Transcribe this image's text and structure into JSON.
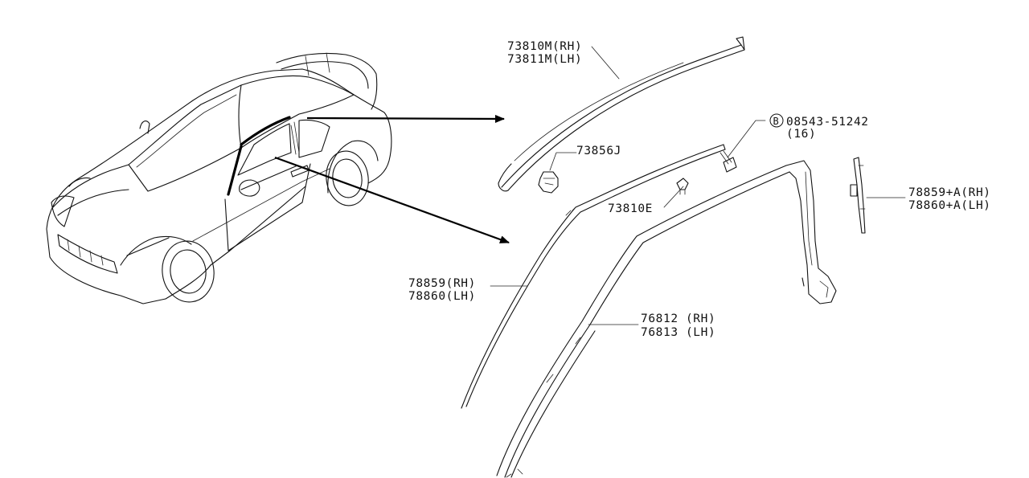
{
  "labels": {
    "roof_molding": [
      "73810M(RH)",
      "73811M(LH)"
    ],
    "clip_73856": "73856J",
    "clip_73810": "73810E",
    "bolt_number": "08543-51242",
    "bolt_qty": "(16)",
    "bolt_badge": "B",
    "seal_outer": [
      "78859(RH)",
      "78860(LH)"
    ],
    "pillar_finisher": [
      "76812 (RH)",
      "76813 (LH)"
    ],
    "bracket": [
      "78859+A(RH)",
      "78860+A(LH)"
    ]
  }
}
